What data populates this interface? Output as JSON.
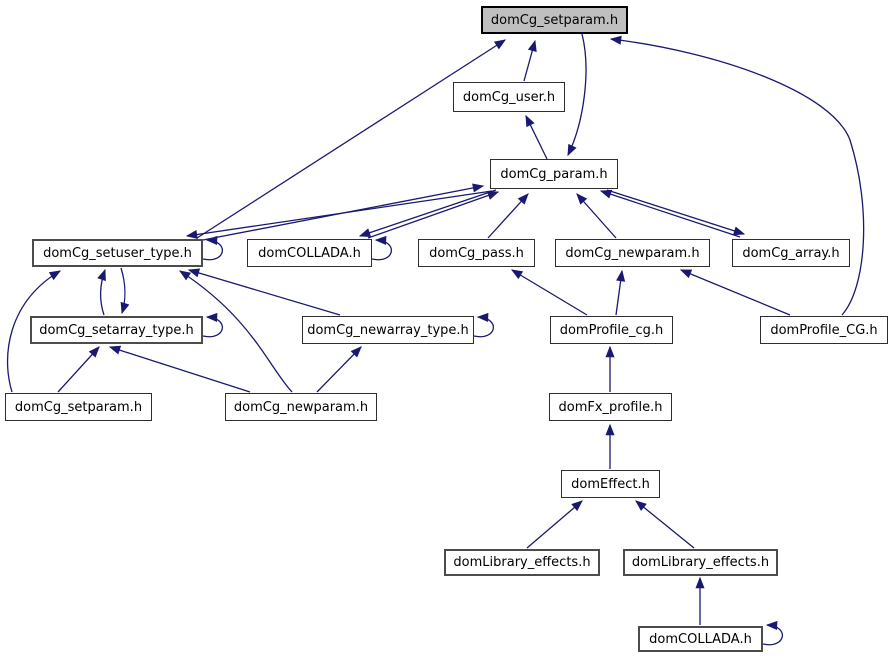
{
  "diagram": {
    "focus_node_label": "domCg_setparam.h",
    "edge_color": "#191970",
    "node_fill": "#ffffff",
    "node_border": "#2e2e2e",
    "highlight_fill": "#bfbfbf",
    "text_color": "#000000"
  },
  "nodes": [
    {
      "id": "setparam-top",
      "label": "domCg_setparam.h",
      "highlighted": true
    },
    {
      "id": "user",
      "label": "domCg_user.h",
      "highlighted": false
    },
    {
      "id": "param",
      "label": "domCg_param.h",
      "highlighted": false
    },
    {
      "id": "setuser-type",
      "label": "domCg_setuser_type.h",
      "highlighted": false
    },
    {
      "id": "collada-mid",
      "label": "domCOLLADA.h",
      "highlighted": false
    },
    {
      "id": "pass",
      "label": "domCg_pass.h",
      "highlighted": false
    },
    {
      "id": "newparam-mid",
      "label": "domCg_newparam.h",
      "highlighted": false
    },
    {
      "id": "array",
      "label": "domCg_array.h",
      "highlighted": false
    },
    {
      "id": "setarray-type",
      "label": "domCg_setarray_type.h",
      "highlighted": false
    },
    {
      "id": "newarray-type",
      "label": "domCg_newarray_type.h",
      "highlighted": false
    },
    {
      "id": "profile-cg-lower",
      "label": "domProfile_cg.h",
      "highlighted": false
    },
    {
      "id": "profile-cg-upper",
      "label": "domProfile_CG.h",
      "highlighted": false
    },
    {
      "id": "setparam-bottom",
      "label": "domCg_setparam.h",
      "highlighted": false
    },
    {
      "id": "newparam-bottom",
      "label": "domCg_newparam.h",
      "highlighted": false
    },
    {
      "id": "fx-profile",
      "label": "domFx_profile.h",
      "highlighted": false
    },
    {
      "id": "effect",
      "label": "domEffect.h",
      "highlighted": false
    },
    {
      "id": "library-effects-left",
      "label": "domLibrary_effects.h",
      "highlighted": false
    },
    {
      "id": "library-effects-right",
      "label": "domLibrary_effects.h",
      "highlighted": false
    },
    {
      "id": "collada-bottom",
      "label": "domCOLLADA.h",
      "highlighted": false
    }
  ],
  "edges": [
    {
      "from": "setuser-type",
      "to": "setparam-top"
    },
    {
      "from": "user",
      "to": "setparam-top"
    },
    {
      "from": "profile-cg-upper",
      "to": "setparam-top"
    },
    {
      "from": "param",
      "to": "user"
    },
    {
      "from": "setparam-top",
      "to": "param"
    },
    {
      "from": "setuser-type",
      "to": "param"
    },
    {
      "from": "param",
      "to": "setuser-type"
    },
    {
      "from": "param",
      "to": "collada-mid"
    },
    {
      "from": "collada-mid",
      "to": "param"
    },
    {
      "from": "pass",
      "to": "param"
    },
    {
      "from": "newparam-mid",
      "to": "param"
    },
    {
      "from": "array",
      "to": "param"
    },
    {
      "from": "param",
      "to": "array"
    },
    {
      "from": "profile-cg-lower",
      "to": "pass"
    },
    {
      "from": "profile-cg-lower",
      "to": "newparam-mid"
    },
    {
      "from": "profile-cg-upper",
      "to": "newparam-mid"
    },
    {
      "from": "setparam-bottom",
      "to": "setuser-type"
    },
    {
      "from": "setparam-bottom",
      "to": "setarray-type"
    },
    {
      "from": "newparam-bottom",
      "to": "setarray-type"
    },
    {
      "from": "newparam-bottom",
      "to": "newarray-type"
    },
    {
      "from": "newparam-bottom",
      "to": "setuser-type"
    },
    {
      "from": "newarray-type",
      "to": "setuser-type"
    },
    {
      "from": "setarray-type",
      "to": "setuser-type"
    },
    {
      "from": "setuser-type",
      "to": "setarray-type"
    },
    {
      "from": "fx-profile",
      "to": "profile-cg-lower"
    },
    {
      "from": "effect",
      "to": "fx-profile"
    },
    {
      "from": "library-effects-left",
      "to": "effect"
    },
    {
      "from": "library-effects-right",
      "to": "effect"
    },
    {
      "from": "collada-bottom",
      "to": "library-effects-right"
    },
    {
      "from": "setuser-type",
      "to": "setuser-type"
    },
    {
      "from": "collada-mid",
      "to": "collada-mid"
    },
    {
      "from": "setarray-type",
      "to": "setarray-type"
    },
    {
      "from": "newarray-type",
      "to": "newarray-type"
    },
    {
      "from": "collada-bottom",
      "to": "collada-bottom"
    }
  ]
}
